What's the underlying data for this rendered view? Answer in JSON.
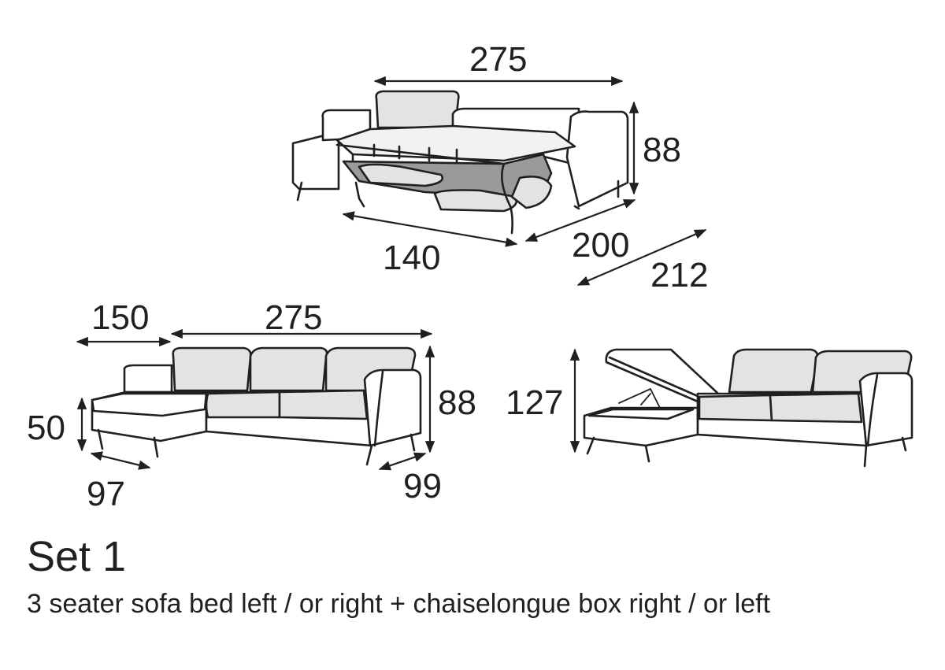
{
  "sofa_bed": {
    "width": "275",
    "height": "88",
    "mattress_width": "140",
    "bed_length": "200",
    "open_depth": "212"
  },
  "set_view": {
    "chaise_width": "150",
    "sofa_width": "275",
    "height": "88",
    "seat_height": "50",
    "chaise_leg_depth": "97",
    "sofa_depth": "99"
  },
  "storage_view": {
    "open_height": "127"
  },
  "caption": {
    "title": "Set 1",
    "description": "3 seater sofa bed left / or right + chaiselongue box right / or left"
  }
}
